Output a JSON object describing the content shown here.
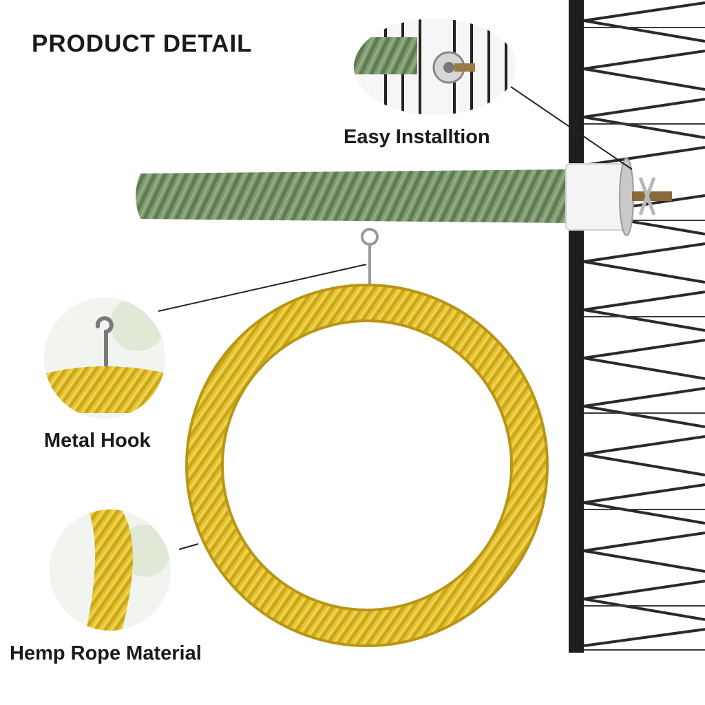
{
  "header": {
    "title": "PRODUCT DETAIL"
  },
  "callouts": {
    "installation": "Easy Installtion",
    "hook": "Metal Hook",
    "material": "Hemp Rope Material"
  },
  "colors": {
    "perch_green": "#7f9a70",
    "ring_yellow": "#e4c230",
    "cage_wire": "#1e1e1e",
    "label_text": "#1a1a1a"
  },
  "icons": [
    "cage-icon",
    "perch-icon",
    "ring-icon",
    "hook-icon",
    "bolt-icon"
  ]
}
